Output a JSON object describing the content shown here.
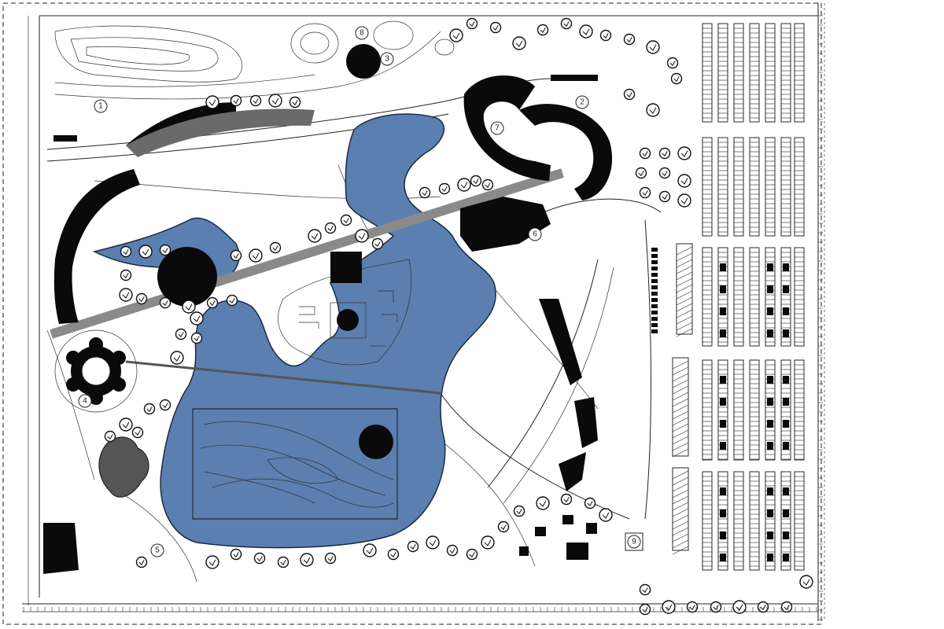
{
  "plan": {
    "zone_labels": [
      "1",
      "2",
      "3",
      "4",
      "5",
      "6",
      "7",
      "8",
      "9"
    ]
  },
  "colors": {
    "water": "#5b7fb0",
    "buildings": "#0a0a0a",
    "walkway": "#8a8a8a",
    "lines": "#222222",
    "background": "#ffffff"
  }
}
